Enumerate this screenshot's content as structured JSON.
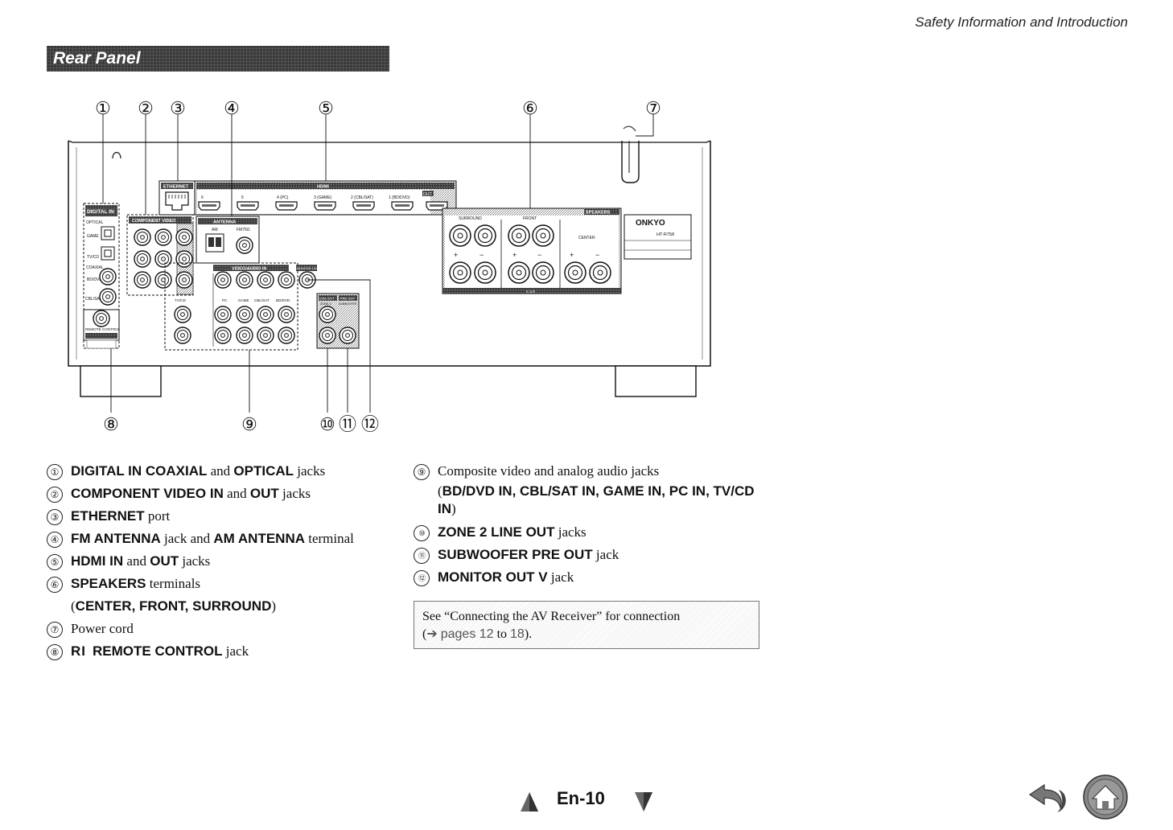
{
  "header": {
    "section_title": "Safety Information and Introduction"
  },
  "section_bar": {
    "title": "Rear Panel"
  },
  "diagram": {
    "callouts": [
      "①",
      "②",
      "③",
      "④",
      "⑤",
      "⑥",
      "⑦",
      "⑧",
      "⑨",
      "⑩",
      "⑪",
      "⑫"
    ],
    "panel_labels": {
      "digital_in": "DIGITAL IN",
      "optical": "OPTICAL",
      "game": "GAME",
      "tv_cd": "TV/CD",
      "coaxial": "COAXIAL",
      "bd_dvd": "BD/DVD",
      "cbl_sat": "CBL/SAT",
      "remote_control": "REMOTE CONTROL",
      "component_video": "COMPONENT VIDEO",
      "ethernet": "ETHERNET",
      "antenna": "ANTENNA",
      "am": "AM",
      "fm": "FM75Ω",
      "hdmi": "HDMI",
      "hdmi_out": "OUT",
      "hdmi_inputs": [
        "6",
        "5",
        "4 (PC)",
        "3 (GAME)",
        "2 (CBL/SAT)",
        "1 (BD/DVD)"
      ],
      "speakers": "SPEAKERS",
      "surround": "SURROUND",
      "front": "FRONT",
      "center": "CENTER",
      "video_audio_in": "VIDEO/AUDIO IN",
      "monitor_out": "MONITOR OUT",
      "line_out": "LINE OUT",
      "zone2": "ZONE 2",
      "pre_out": "PRE OUT",
      "subwoofer": "SUBWOOFER",
      "va_columns": [
        "TV/CD",
        "PC",
        "GAME",
        "CBL/SAT",
        "BD/DVD"
      ],
      "brand": "ONKYO",
      "model": "HT-R758",
      "channel": "5.1ch"
    }
  },
  "legend_left": [
    {
      "num": "①",
      "bold": "DIGITAL IN COAXIAL",
      "rest": " and ",
      "bold2": "OPTICAL",
      "rest2": " jacks"
    },
    {
      "num": "②",
      "bold": "COMPONENT VIDEO IN",
      "rest": " and ",
      "bold2": "OUT",
      "rest2": " jacks"
    },
    {
      "num": "③",
      "bold": "ETHERNET",
      "rest": " port",
      "bold2": "",
      "rest2": ""
    },
    {
      "num": "④",
      "bold": "FM ANTENNA",
      "rest": " jack and ",
      "bold2": "AM ANTENNA",
      "rest2": " terminal"
    },
    {
      "num": "⑤",
      "bold": "HDMI IN",
      "rest": " and ",
      "bold2": "OUT",
      "rest2": " jacks"
    },
    {
      "num": "⑥",
      "bold": "SPEAKERS",
      "rest": " terminals",
      "bold2": "",
      "rest2": ""
    },
    {
      "num": "⑦",
      "bold": "",
      "rest": "Power cord",
      "bold2": "",
      "rest2": ""
    },
    {
      "num": "⑧",
      "bold": "REMOTE CONTROL",
      "rest": " jack",
      "bold2": "",
      "rest2": ""
    }
  ],
  "legend_left_cont": {
    "open": "(",
    "bold": "CENTER, FRONT, SURROUND",
    "close": ")"
  },
  "ri_icon": "RI",
  "legend_right": [
    {
      "num": "⑨",
      "bold": "",
      "rest": "Composite video and analog audio jacks"
    },
    {
      "num": "⑩",
      "bold": "ZONE 2 LINE OUT",
      "rest": " jacks"
    },
    {
      "num": "⑪",
      "bold": "SUBWOOFER PRE OUT",
      "rest": " jack"
    },
    {
      "num": "⑫",
      "bold": "MONITOR OUT V",
      "rest": " jack"
    }
  ],
  "legend_right_cont": {
    "open": "(",
    "bold": "BD/DVD IN, CBL/SAT IN, GAME IN, PC IN, TV/CD IN",
    "close": ")"
  },
  "note": {
    "line1": "See “Connecting the AV Receiver” for connection",
    "open": "(",
    "arrow": "➔",
    "pages": "pages 12",
    "to": " to ",
    "page_end": "18",
    "close": ")."
  },
  "footer": {
    "page": "En-10"
  }
}
